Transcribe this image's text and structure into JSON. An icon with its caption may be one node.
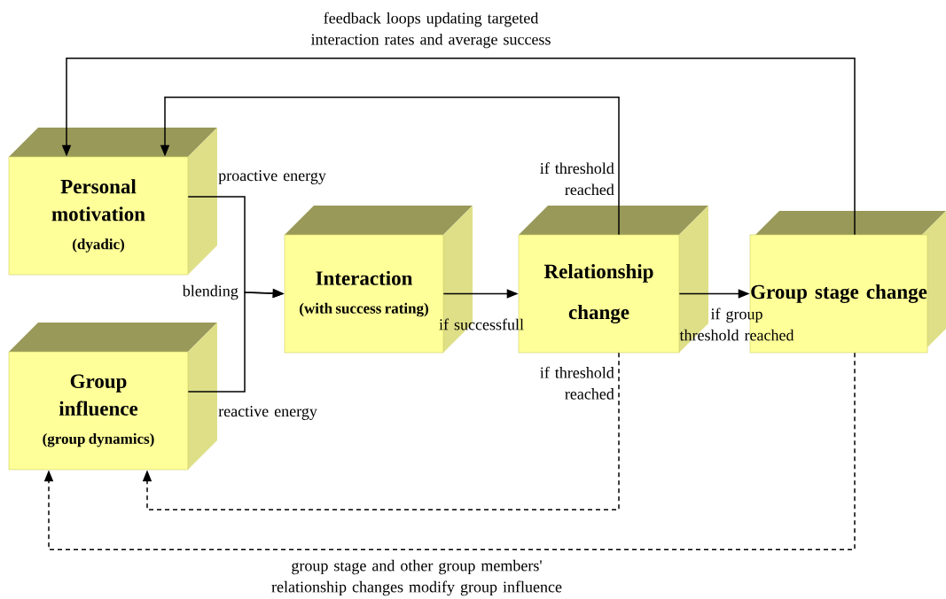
{
  "diagram": {
    "nodes": [
      {
        "text": [
          "Personal motivation",
          "(dyadic)"
        ]
      },
      {
        "text": [
          "Group influence",
          "(group dynamics)"
        ]
      },
      {
        "text": [
          "Interaction",
          "(with success rating)"
        ]
      },
      {
        "text": [
          "Relationship change"
        ]
      },
      {
        "text": [
          "Group stage change"
        ]
      }
    ],
    "edges": [
      {
        "from": 0,
        "to": 2,
        "arrow": "to",
        "label": "proactive energy"
      },
      {
        "from": 1,
        "to": 2,
        "arrow": "to",
        "label": "reactive energy"
      },
      {
        "from": 2,
        "to": 3,
        "arrow": "to",
        "label": "if successfull"
      },
      {
        "from": 3,
        "to": 4,
        "arrow": "to",
        "label": "if group threshold reached"
      },
      {
        "from": 3,
        "to": 0,
        "arrow": "to",
        "label": "if threshold reached"
      },
      {
        "from": 4,
        "to": 0,
        "arrow": "to",
        "label": "feedback loops updating targeted interaction rates and average success"
      },
      {
        "from": 3,
        "to": 1,
        "arrow": "to",
        "label": "if threshold reached",
        "style": "dashed"
      },
      {
        "from": 4,
        "to": 1,
        "arrow": "to",
        "label": "group stage and other group members' relationship changes modify group influence",
        "style": "dashed"
      }
    ],
    "labels": [
      "blending"
    ]
  }
}
